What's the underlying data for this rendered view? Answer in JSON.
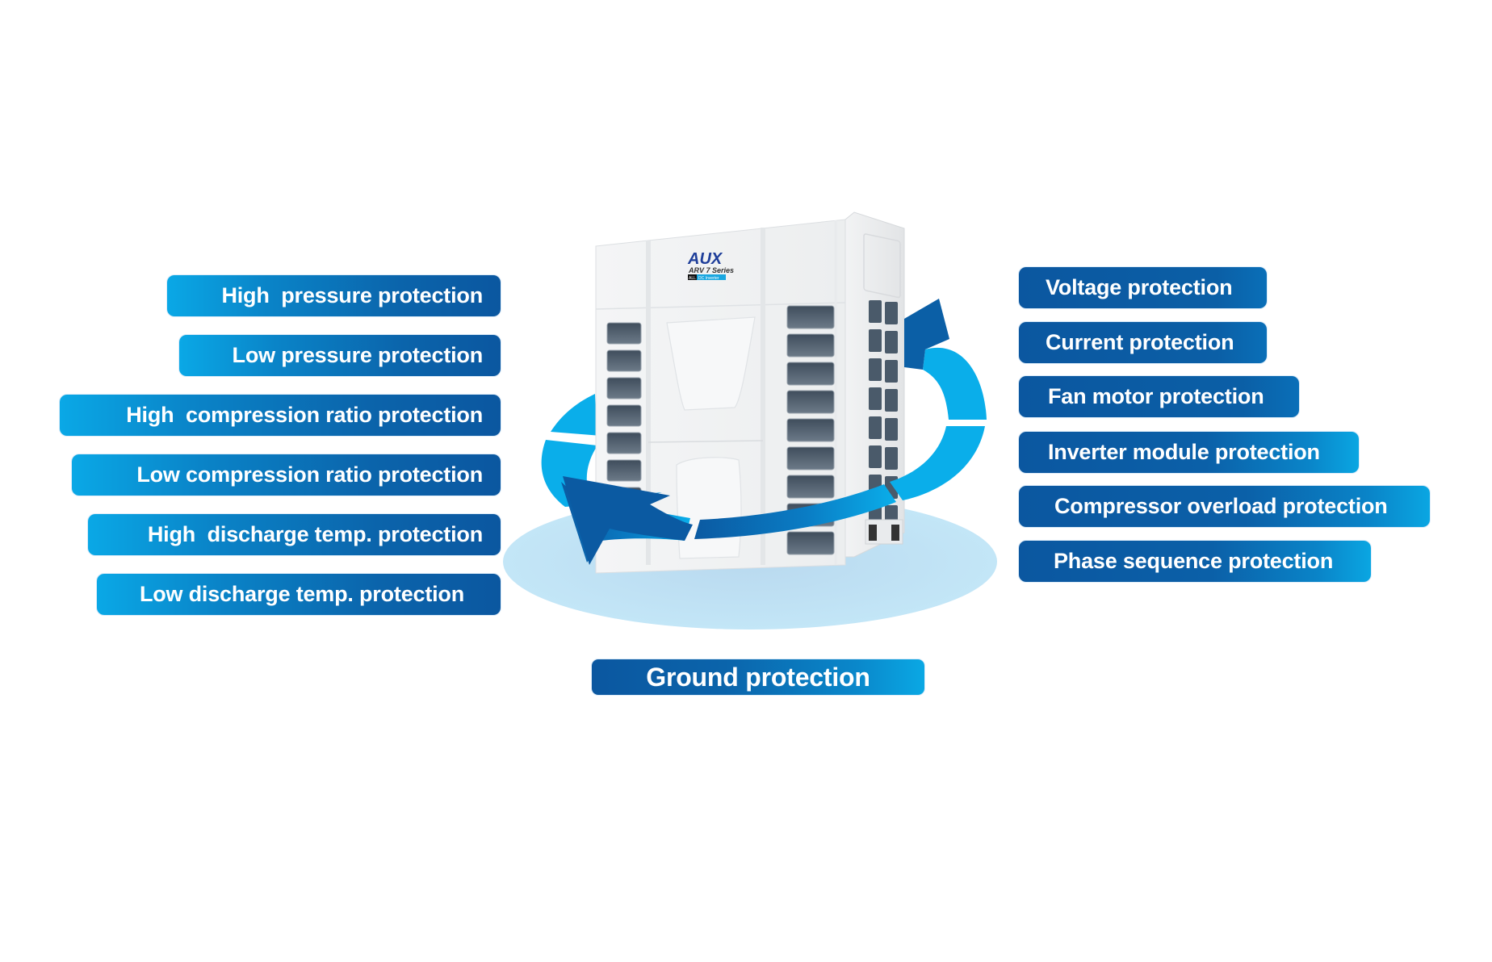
{
  "product": {
    "brand": "AUX",
    "series": "ARV 7 Series",
    "badge_left": "ALL",
    "badge_right": "DC Inverter"
  },
  "left_protections": [
    {
      "label": "High  pressure protection"
    },
    {
      "label": "Low pressure protection"
    },
    {
      "label": "High  compression ratio protection"
    },
    {
      "label": "Low compression ratio protection"
    },
    {
      "label": "High  discharge temp. protection"
    },
    {
      "label": "Low discharge temp. protection"
    }
  ],
  "right_protections": [
    {
      "label": "Voltage protection"
    },
    {
      "label": "Current protection"
    },
    {
      "label": "Fan motor protection"
    },
    {
      "label": "Inverter module protection"
    },
    {
      "label": "Compressor overload protection"
    },
    {
      "label": "Phase sequence protection"
    }
  ],
  "bottom_protection": {
    "label": "Ground protection"
  },
  "colors": {
    "label_dark": "#0b57a0",
    "label_light": "#0aa8e6",
    "ring_light": "#0aaeea",
    "ring_dark": "#0b60a8",
    "platform": "#bfe3f5",
    "logo_blue": "#1f3f9a"
  }
}
